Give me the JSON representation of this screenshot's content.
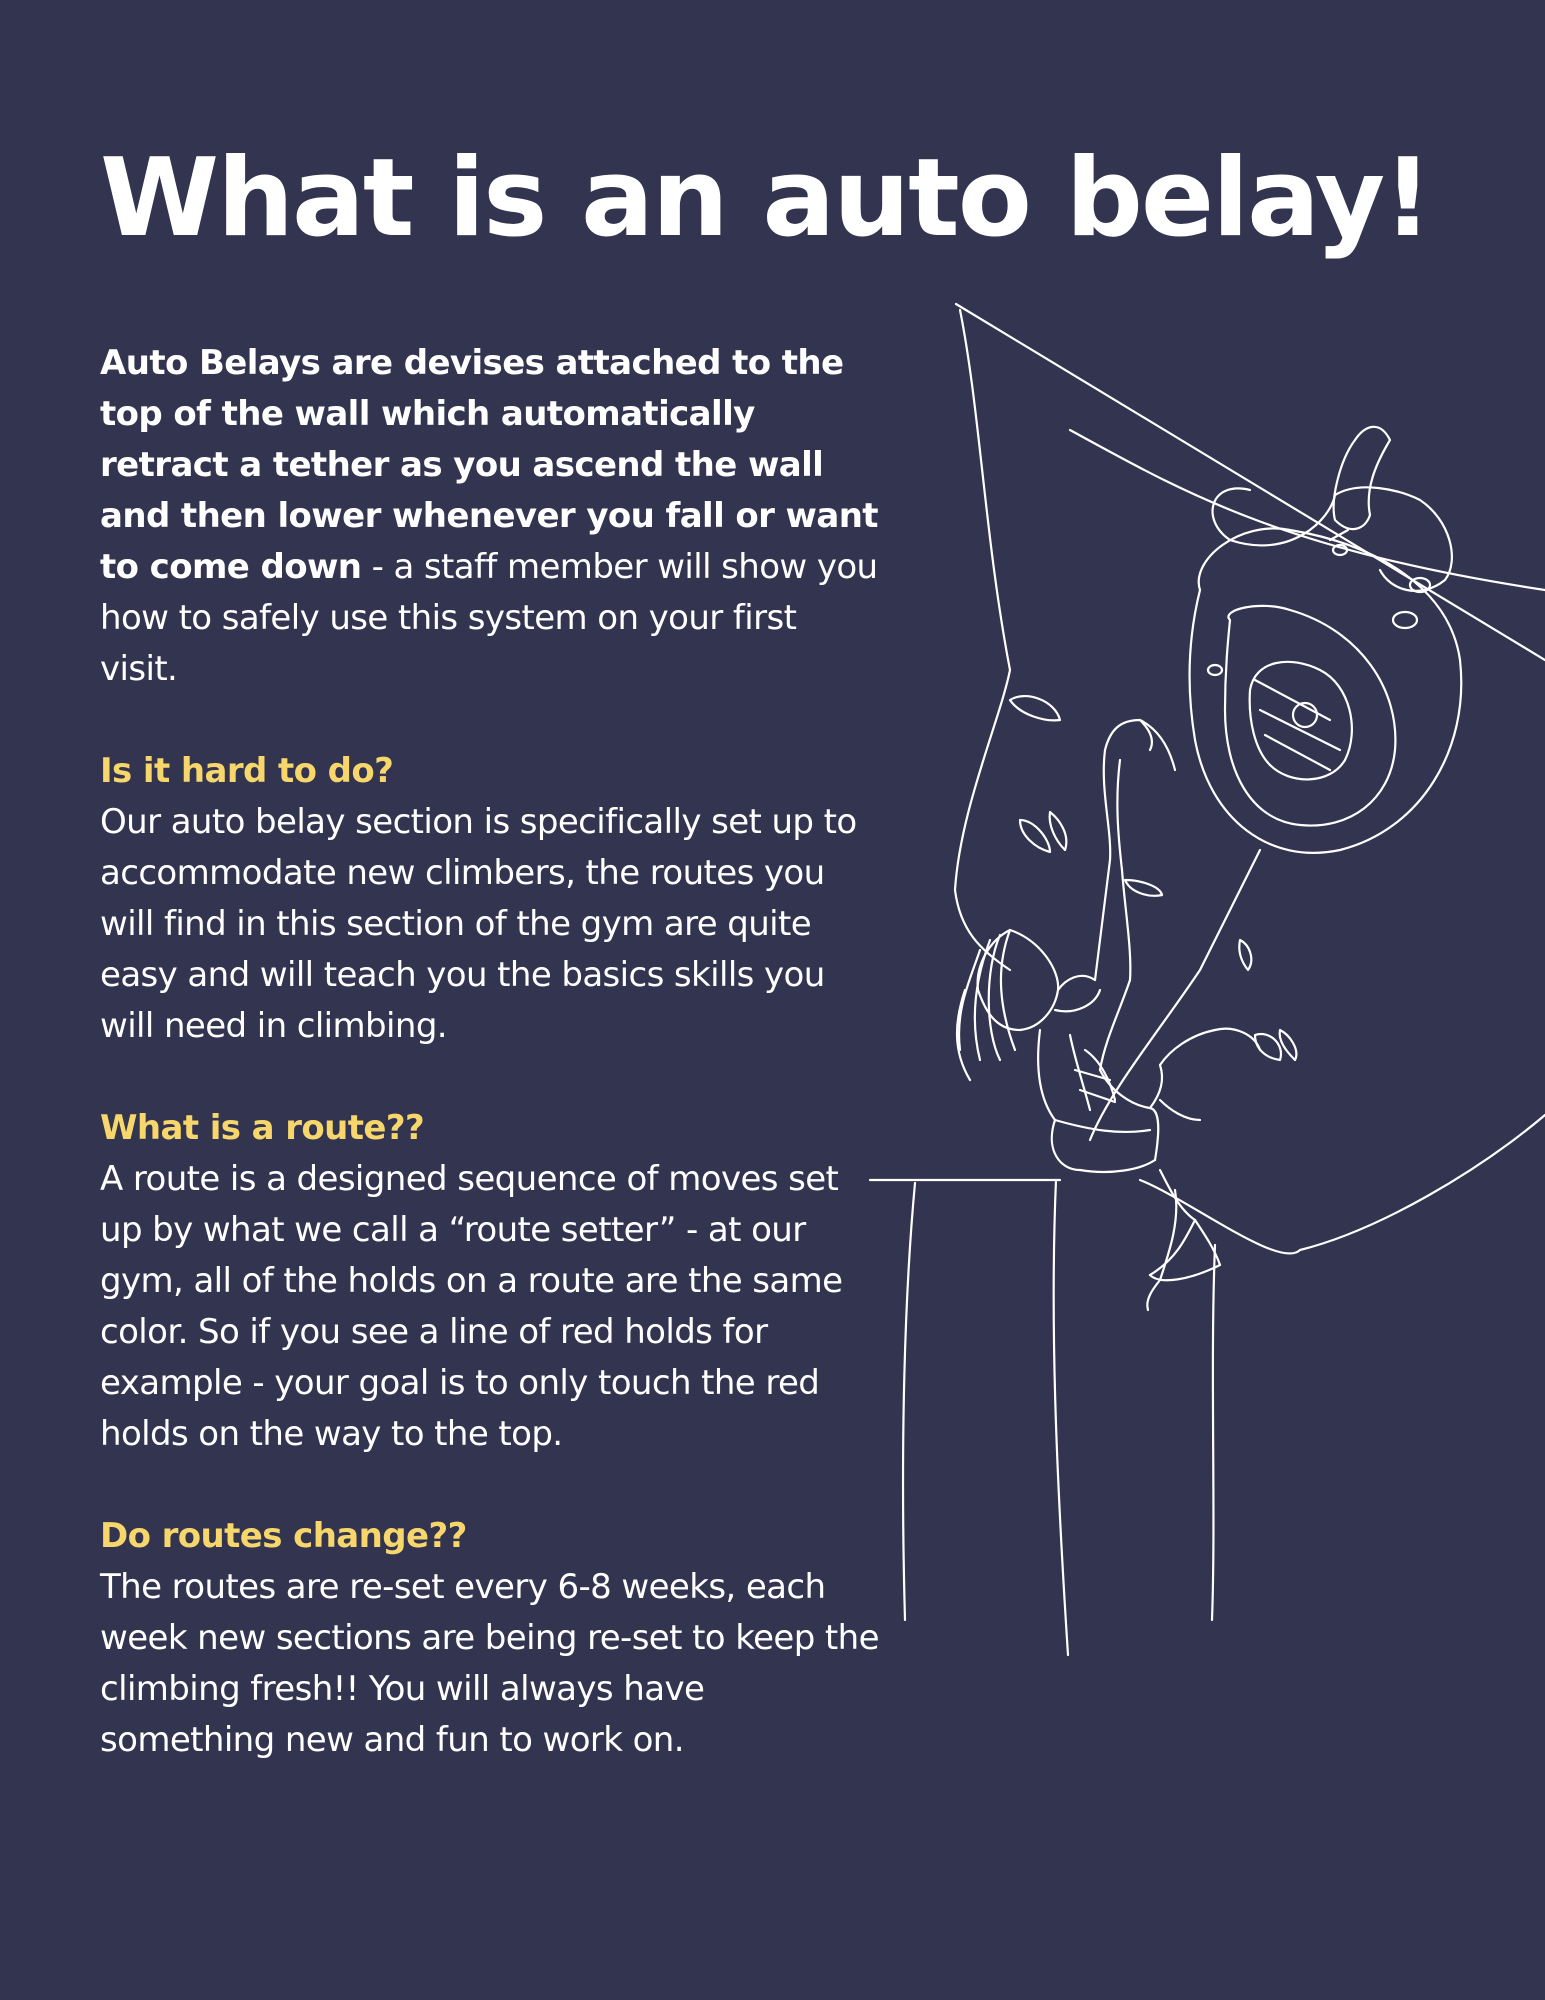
{
  "title": "What is an auto belay!",
  "intro": {
    "bold": "Auto Belays are devises attached to the top of the wall which automatically  retract a tether as you ascend the wall and then lower whenever you fall or want to come down",
    "normal": " -  a staff member will show you how to safely use this system on your first visit."
  },
  "sections": [
    {
      "heading": "Is it hard to do?",
      "body": "Our auto belay section is specifically set up to accommodate new climbers, the routes you will find in this section of the gym are quite easy and will teach you the basics skills you will need in climbing."
    },
    {
      "heading": "What is a route??",
      "body": "A route is a designed sequence of moves set up by what we call a “route setter” - at our gym, all of the holds on a route are the same color. So if you see a line of red holds for example - your goal is to only touch the red holds on the way to the top."
    },
    {
      "heading": "Do routes change??",
      "body": "The routes are re-set every 6-8 weeks, each week new sections are being re-set to keep the climbing fresh!! You will always have something new and fun to work on."
    }
  ],
  "colors": {
    "background": "#323450",
    "text": "#ffffff",
    "heading_accent": "#f7d76b"
  }
}
